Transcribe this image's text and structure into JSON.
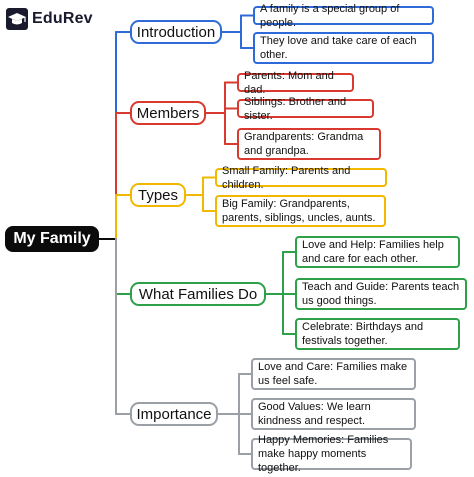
{
  "brand": {
    "name": "EduRev",
    "logo_icon": "graduation-cap-icon"
  },
  "colors": {
    "root": "#0b0b0b",
    "blue": "#2f6bd8",
    "red": "#d93a2f",
    "yellow": "#f2b800",
    "green": "#2ea04a",
    "gray": "#9aa0a6"
  },
  "mindmap": {
    "root": "My Family",
    "branches": [
      {
        "label": "Introduction",
        "color": "blue",
        "leaves": [
          "A family is a special group of people.",
          "They love and take care of each other."
        ]
      },
      {
        "label": "Members",
        "color": "red",
        "leaves": [
          "Parents: Mom and dad.",
          "Siblings: Brother and sister.",
          "Grandparents: Grandma and grandpa."
        ]
      },
      {
        "label": "Types",
        "color": "yellow",
        "leaves": [
          "Small Family: Parents and children.",
          "Big Family: Grandparents, parents, siblings, uncles, aunts."
        ]
      },
      {
        "label": "What Families Do",
        "color": "green",
        "leaves": [
          "Love and Help: Families help and care for each other.",
          "Teach and Guide: Parents teach us good things.",
          "Celebrate: Birthdays and festivals together."
        ]
      },
      {
        "label": "Importance",
        "color": "gray",
        "leaves": [
          "Love and Care: Families make us feel safe.",
          "Good Values: We learn kindness and respect.",
          "Happy Memories: Families make happy moments together."
        ]
      }
    ]
  }
}
